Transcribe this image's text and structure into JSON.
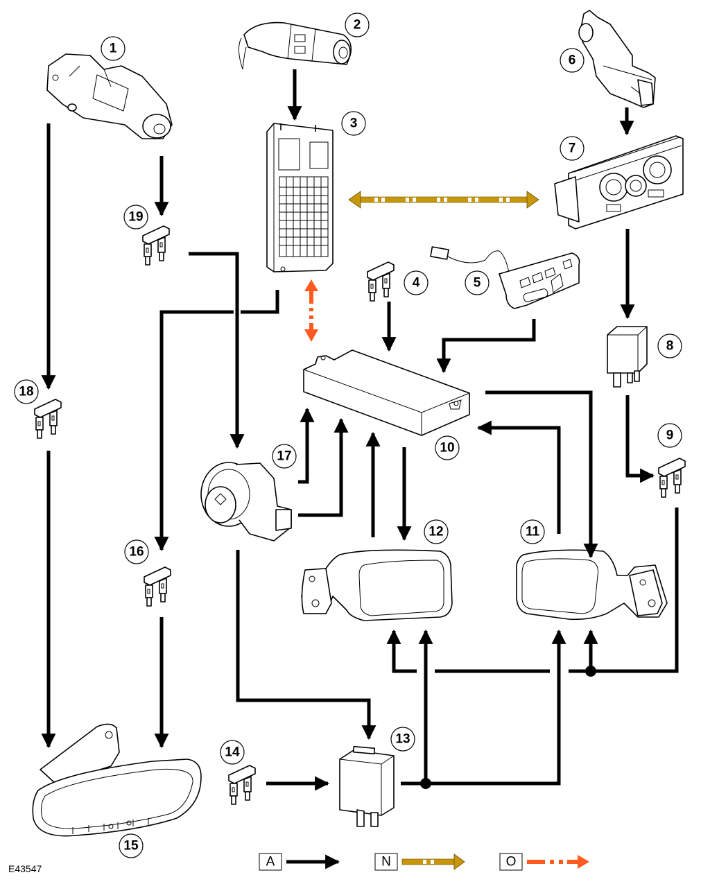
{
  "figure_reference": "E43547",
  "colors": {
    "line_a": "#000000",
    "line_n": "#c8960a",
    "line_o": "#ff5a1f"
  },
  "callouts": [
    {
      "id": "1",
      "component": "ignition-switch"
    },
    {
      "id": "2",
      "component": "wiper-stalk-switch"
    },
    {
      "id": "3",
      "component": "central-junction-box"
    },
    {
      "id": "4",
      "component": "fuse"
    },
    {
      "id": "5",
      "component": "seat-switch-pack"
    },
    {
      "id": "6",
      "component": "sensor"
    },
    {
      "id": "7",
      "component": "climate-control-panel"
    },
    {
      "id": "8",
      "component": "relay"
    },
    {
      "id": "9",
      "component": "fuse"
    },
    {
      "id": "10",
      "component": "control-module"
    },
    {
      "id": "11",
      "component": "door-mirror-rh"
    },
    {
      "id": "12",
      "component": "door-mirror-lh"
    },
    {
      "id": "13",
      "component": "relay"
    },
    {
      "id": "14",
      "component": "fuse"
    },
    {
      "id": "15",
      "component": "interior-rear-view-mirror"
    },
    {
      "id": "16",
      "component": "fuse"
    },
    {
      "id": "17",
      "component": "mirror-adjust-switch"
    },
    {
      "id": "18",
      "component": "fuse"
    },
    {
      "id": "19",
      "component": "fuse"
    }
  ],
  "legend": [
    {
      "key": "A",
      "style": "solid-black-arrow"
    },
    {
      "key": "N",
      "style": "dashed-gold-arrow"
    },
    {
      "key": "O",
      "style": "dashed-orange-arrow"
    }
  ]
}
